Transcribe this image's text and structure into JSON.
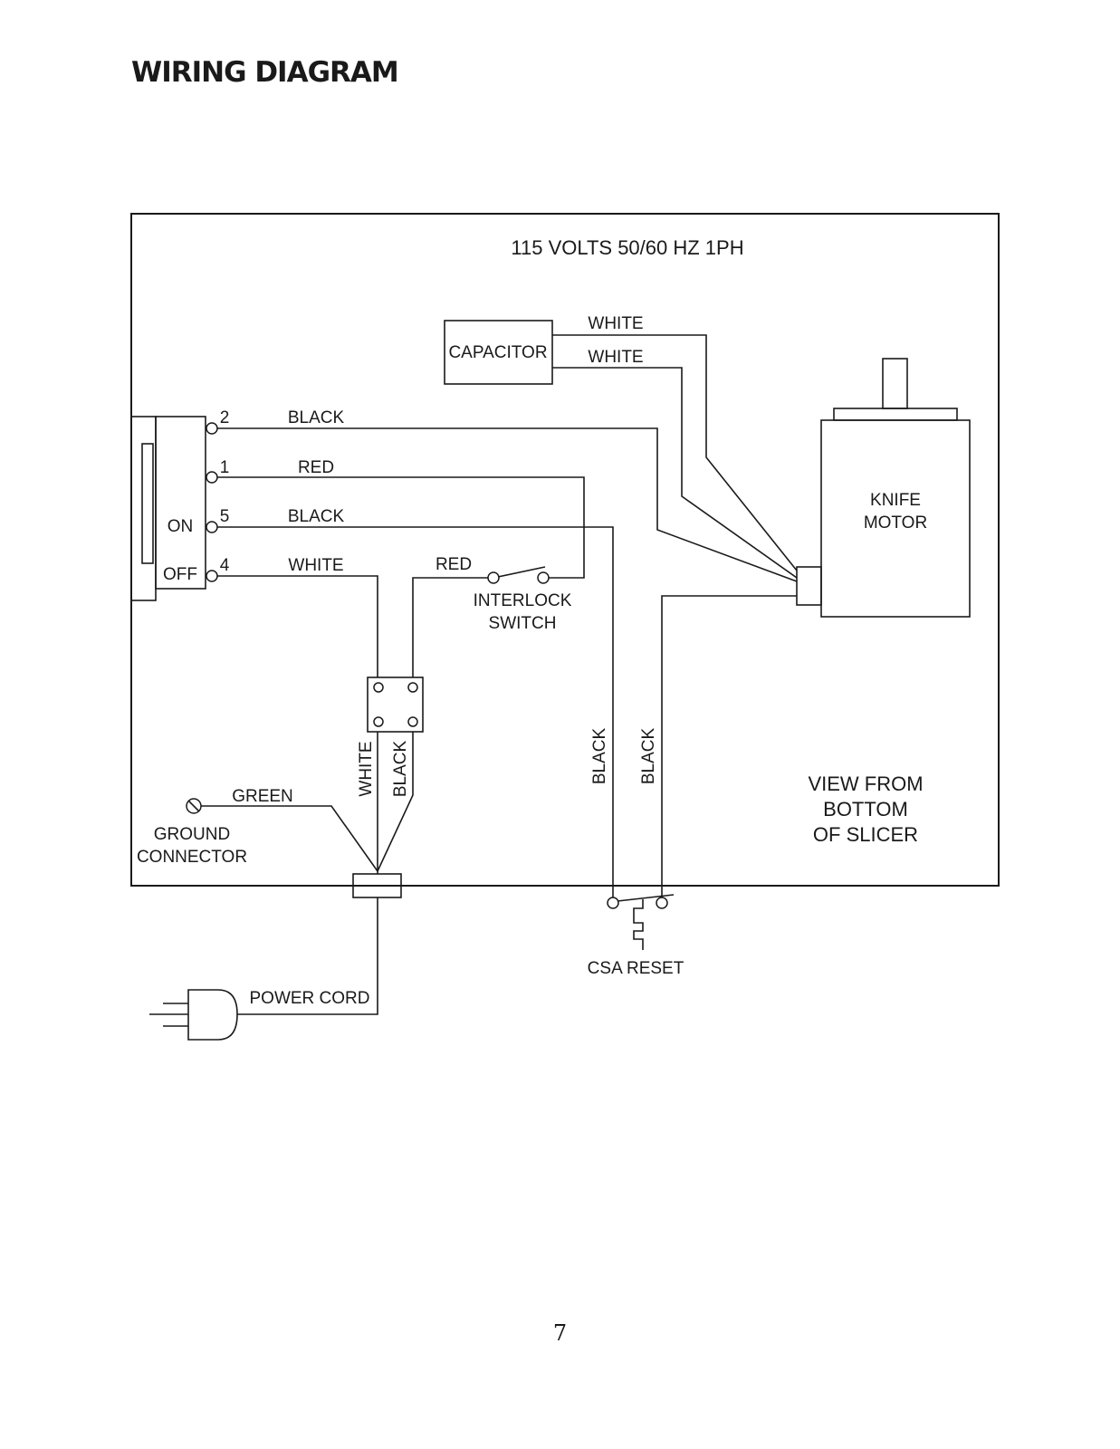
{
  "page": {
    "title": "WIRING DIAGRAM",
    "page_number": "7"
  },
  "diagram": {
    "supply": "115 VOLTS  50/60 HZ  1PH",
    "capacitor": "CAPACITOR",
    "capacitor_wires": [
      "WHITE",
      "WHITE"
    ],
    "motor": [
      "KNIFE",
      "MOTOR"
    ],
    "switch": {
      "on_label": "ON",
      "off_label": "OFF",
      "terminals": [
        {
          "number": "2",
          "wire": "BLACK"
        },
        {
          "number": "1",
          "wire": "RED"
        },
        {
          "number": "5",
          "wire": "BLACK"
        },
        {
          "number": "4",
          "wire": "WHITE"
        }
      ]
    },
    "interlock": {
      "wire": "RED",
      "label": [
        "INTERLOCK",
        "SWITCH"
      ]
    },
    "junction_wires": [
      "WHITE",
      "BLACK"
    ],
    "reset_wires": [
      "BLACK",
      "BLACK"
    ],
    "ground": {
      "wire": "GREEN",
      "label": [
        "GROUND",
        "CONNECTOR"
      ]
    },
    "view_note": [
      "VIEW FROM",
      "BOTTOM",
      "OF SLICER"
    ],
    "reset_label": "CSA RESET",
    "power_cord": "POWER CORD"
  }
}
